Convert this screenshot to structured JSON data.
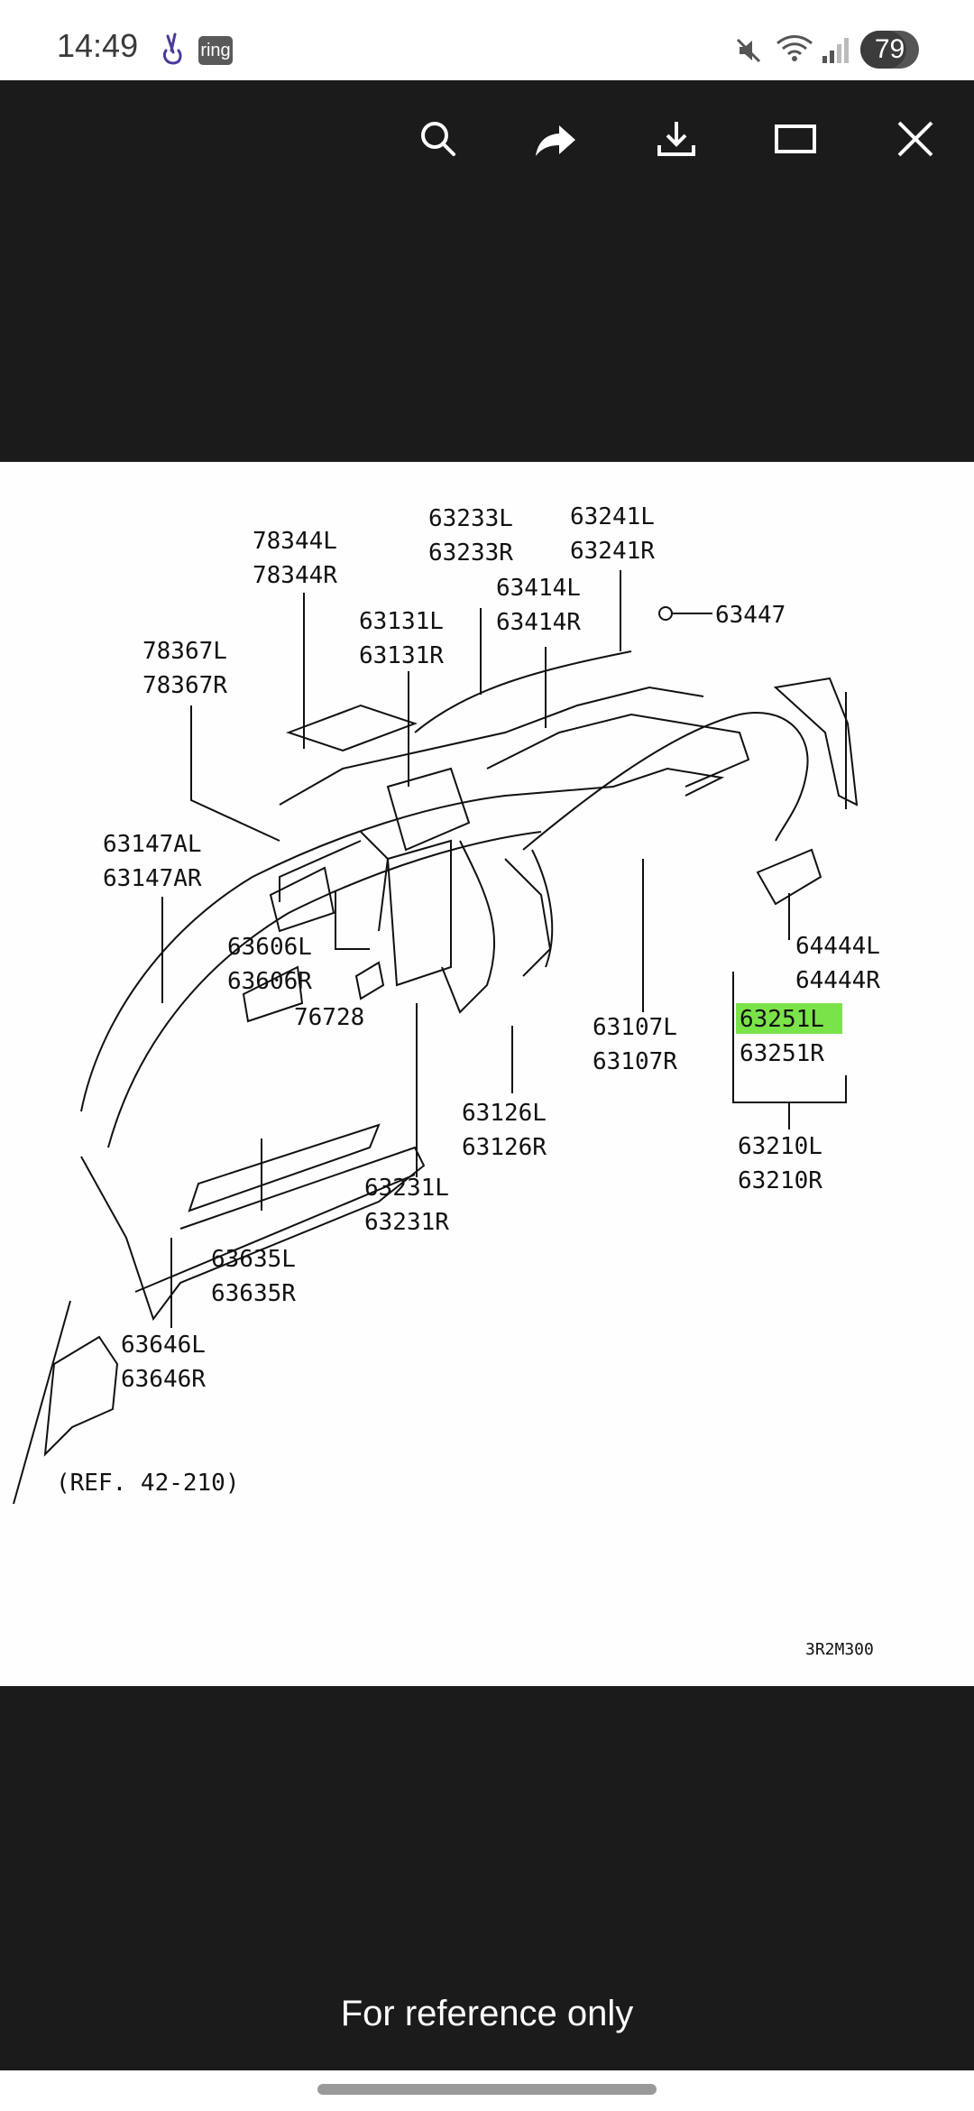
{
  "status_bar": {
    "time": "14:49",
    "ring_label": "ring",
    "battery": "79",
    "battery_level": 0.79,
    "icons": [
      "crossed-fingers-icon",
      "ring-app-icon",
      "mute-icon",
      "wifi-icon",
      "signal-icon",
      "battery-icon"
    ]
  },
  "toolbar": {
    "buttons": [
      {
        "name": "search",
        "icon": "search-icon"
      },
      {
        "name": "share",
        "icon": "share-icon"
      },
      {
        "name": "download",
        "icon": "download-icon"
      },
      {
        "name": "fullscreen",
        "icon": "fullscreen-icon"
      },
      {
        "name": "close",
        "icon": "close-icon"
      }
    ]
  },
  "diagram": {
    "labels": {
      "p78344": [
        "78344L",
        "78344R"
      ],
      "p63233": [
        "63233L",
        "63233R"
      ],
      "p63241": [
        "63241L",
        "63241R"
      ],
      "p63414": [
        "63414L",
        "63414R"
      ],
      "p63131": [
        "63131L",
        "63131R"
      ],
      "p63447": "63447",
      "p78367": [
        "78367L",
        "78367R"
      ],
      "p63147": [
        "63147AL",
        "63147AR"
      ],
      "p63606": [
        "63606L",
        "63606R"
      ],
      "p76728": "76728",
      "p64444": [
        "64444L",
        "64444R"
      ],
      "p63251": [
        "63251L",
        "63251R"
      ],
      "p63107": [
        "63107L",
        "63107R"
      ],
      "p63126": [
        "63126L",
        "63126R"
      ],
      "p63210": [
        "63210L",
        "63210R"
      ],
      "p63231": [
        "63231L",
        "63231R"
      ],
      "p63635": [
        "63635L",
        "63635R"
      ],
      "p63646": [
        "63646L",
        "63646R"
      ],
      "ref": "(REF. 42-210)",
      "code": "3R2M300"
    },
    "highlight_color": "#7be34a"
  },
  "caption": "For reference only"
}
